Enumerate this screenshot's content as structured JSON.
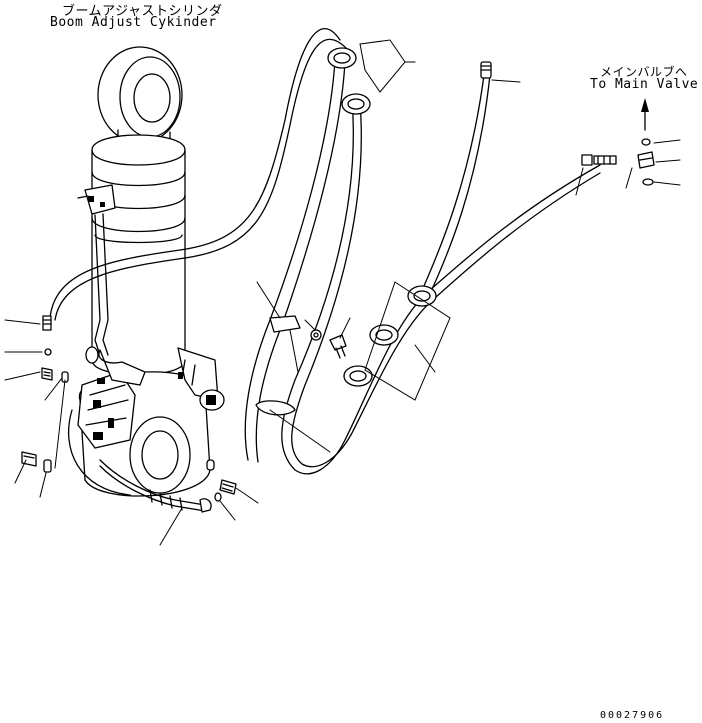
{
  "labels": {
    "cylinder_jp": "ブームアジャストシリンダ",
    "cylinder_en": "Boom Adjust Cykinder",
    "main_valve_jp": "メインバルブへ",
    "main_valve_en": "To Main Valve",
    "drawing_number": "00027906"
  },
  "colors": {
    "line": "#000000",
    "paper": "#ffffff"
  }
}
